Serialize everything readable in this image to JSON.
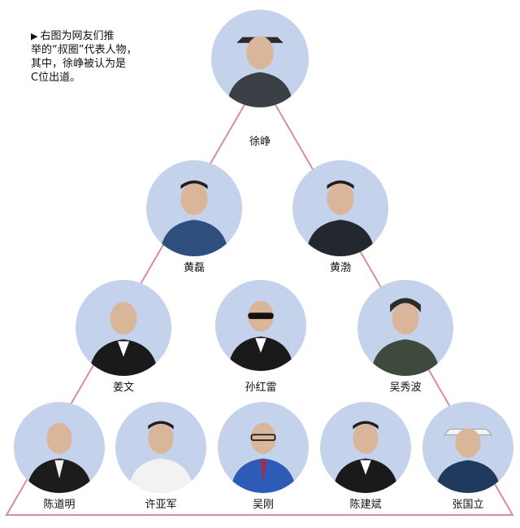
{
  "caption": {
    "arrow_icon": "triangle-right-icon",
    "line1": "右图为网友们推",
    "line2": "举的“叔圈”代表人物，",
    "line3": "其中，徐峥被认为是",
    "line4": "C位出道。"
  },
  "colors": {
    "triangle": "#d98aa5",
    "circle_bg": "#c5d2ec"
  },
  "people": [
    {
      "name": "徐峥"
    },
    {
      "name": "黄磊"
    },
    {
      "name": "黄渤"
    },
    {
      "name": "姜文"
    },
    {
      "name": "孙红雷"
    },
    {
      "name": "吴秀波"
    },
    {
      "name": "陈道明"
    },
    {
      "name": "许亚军"
    },
    {
      "name": "吴刚"
    },
    {
      "name": "陈建斌"
    },
    {
      "name": "张国立"
    }
  ]
}
